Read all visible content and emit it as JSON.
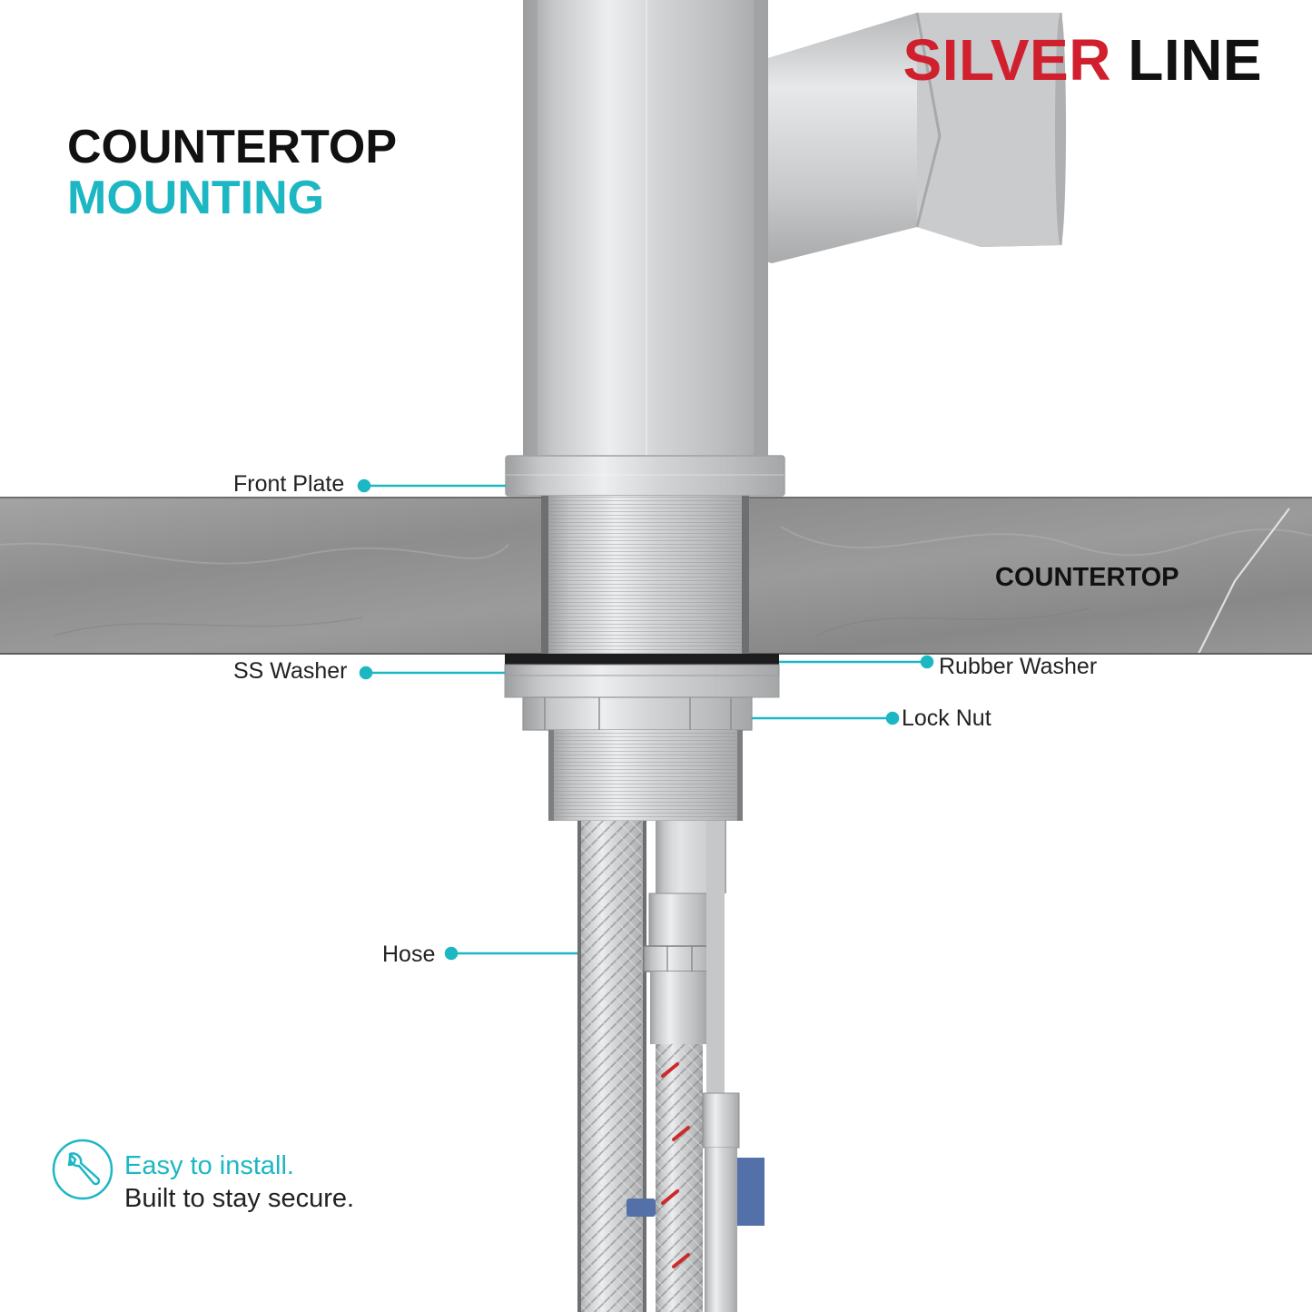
{
  "brand": {
    "part1": "SILVER",
    "part2": "LINE"
  },
  "heading": {
    "line1": "COUNTERTOP",
    "line2": "MOUNTING"
  },
  "countertop_label": "COUNTERTOP",
  "callouts": {
    "front_plate": "Front Plate",
    "ss_washer": "SS Washer",
    "rubber_washer": "Rubber Washer",
    "lock_nut": "Lock Nut",
    "hose": "Hose"
  },
  "feature": {
    "icon": "wrench-icon",
    "line1": "Easy to install.",
    "line2": "Built to stay secure."
  },
  "colors": {
    "accent": "#1cb7c3",
    "brand_red": "#d0202e",
    "text_dark": "#111111",
    "countertop": "#8f8f8f"
  }
}
